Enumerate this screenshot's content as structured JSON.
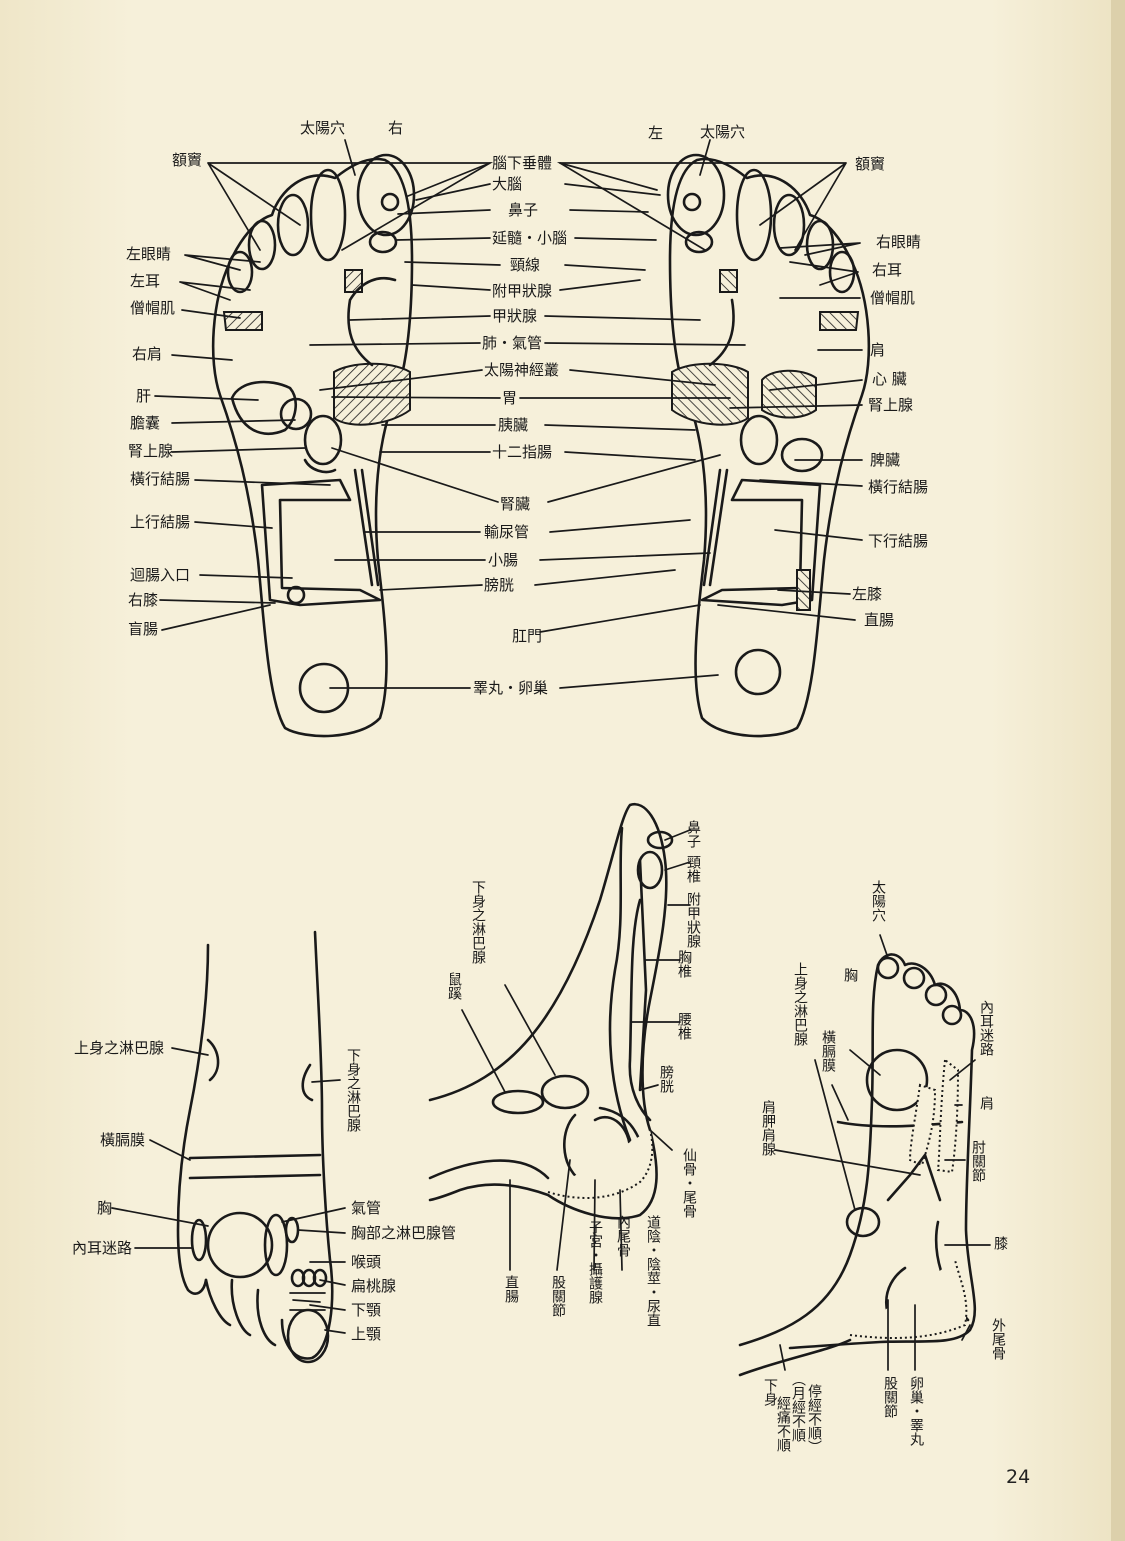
{
  "page_number": "24",
  "sole_labels": {
    "taiyang_r": "太陽穴",
    "right": "右",
    "left": "左",
    "taiyang_l": "太陽穴",
    "e_dou_l": "額竇",
    "e_dou_r": "額竇",
    "c1": "腦下垂體",
    "c2": "大腦",
    "c3": "鼻子",
    "c4": "延髓・小腦",
    "c5": "頸線",
    "c6": "附甲狀腺",
    "c7": "甲狀腺",
    "c8": "肺・氣管",
    "c9": "太陽神經叢",
    "c10": "胃",
    "c11": "胰臟",
    "c12": "十二指腸",
    "c13": "腎臟",
    "c14": "輸尿管",
    "c15": "小腸",
    "c16": "膀胱",
    "c17": "肛門",
    "c18": "睪丸・卵巢",
    "l1": "左眼睛",
    "l2": "左耳",
    "l3": "僧帽肌",
    "l4": "右肩",
    "l5": "肝",
    "l6": "膽囊",
    "l7": "腎上腺",
    "l8": "橫行結腸",
    "l9": "上行結腸",
    "l10": "迴腸入口",
    "l11": "右膝",
    "l12": "盲腸",
    "r1": "右眼睛",
    "r2": "右耳",
    "r3": "僧帽肌",
    "r4": "肩",
    "r5": "心 臟",
    "r6": "腎上腺",
    "r7": "脾臟",
    "r8": "橫行結腸",
    "r9": "下行結腸",
    "r10": "左膝",
    "r11": "直腸"
  },
  "top_foot_labels": {
    "a1": "上身之淋巴腺",
    "a2": "下身之淋巴腺",
    "a3": "橫膈膜",
    "a4": "胸",
    "a5": "內耳迷路",
    "a6": "氣管",
    "a7": "胸部之淋巴腺管",
    "a8": "喉頭",
    "a9": "扁桃腺",
    "a10": "下顎",
    "a11": "上顎"
  },
  "inner_foot_labels": {
    "b1": "鼻子",
    "b2": "頸椎",
    "b3": "附甲狀腺",
    "b4": "胸椎",
    "b5": "腰椎",
    "b6": "膀胱",
    "b7": "仙骨・尾骨",
    "b8": "下身之淋巴腺",
    "b9": "鼠蹊",
    "b10": "直腸",
    "b11": "股關節",
    "b12": "子宮・攝護腺",
    "b13": "內尾骨",
    "b14": "道陰・陰莖・尿直"
  },
  "outer_foot_labels": {
    "d1": "太陽穴",
    "d2": "上身之淋巴腺",
    "d3": "胸",
    "d4": "橫膈膜",
    "d5": "內耳迷路",
    "d6": "肩胛肩腺",
    "d7": "肩",
    "d8": "肘關節",
    "d9": "膝",
    "d10": "外尾骨",
    "d11": "下身",
    "d12": "（月經不順",
    "d13": "停經不順）",
    "d14": "經痛不順",
    "d15": "股關節",
    "d16": "卵巢・睪丸"
  }
}
